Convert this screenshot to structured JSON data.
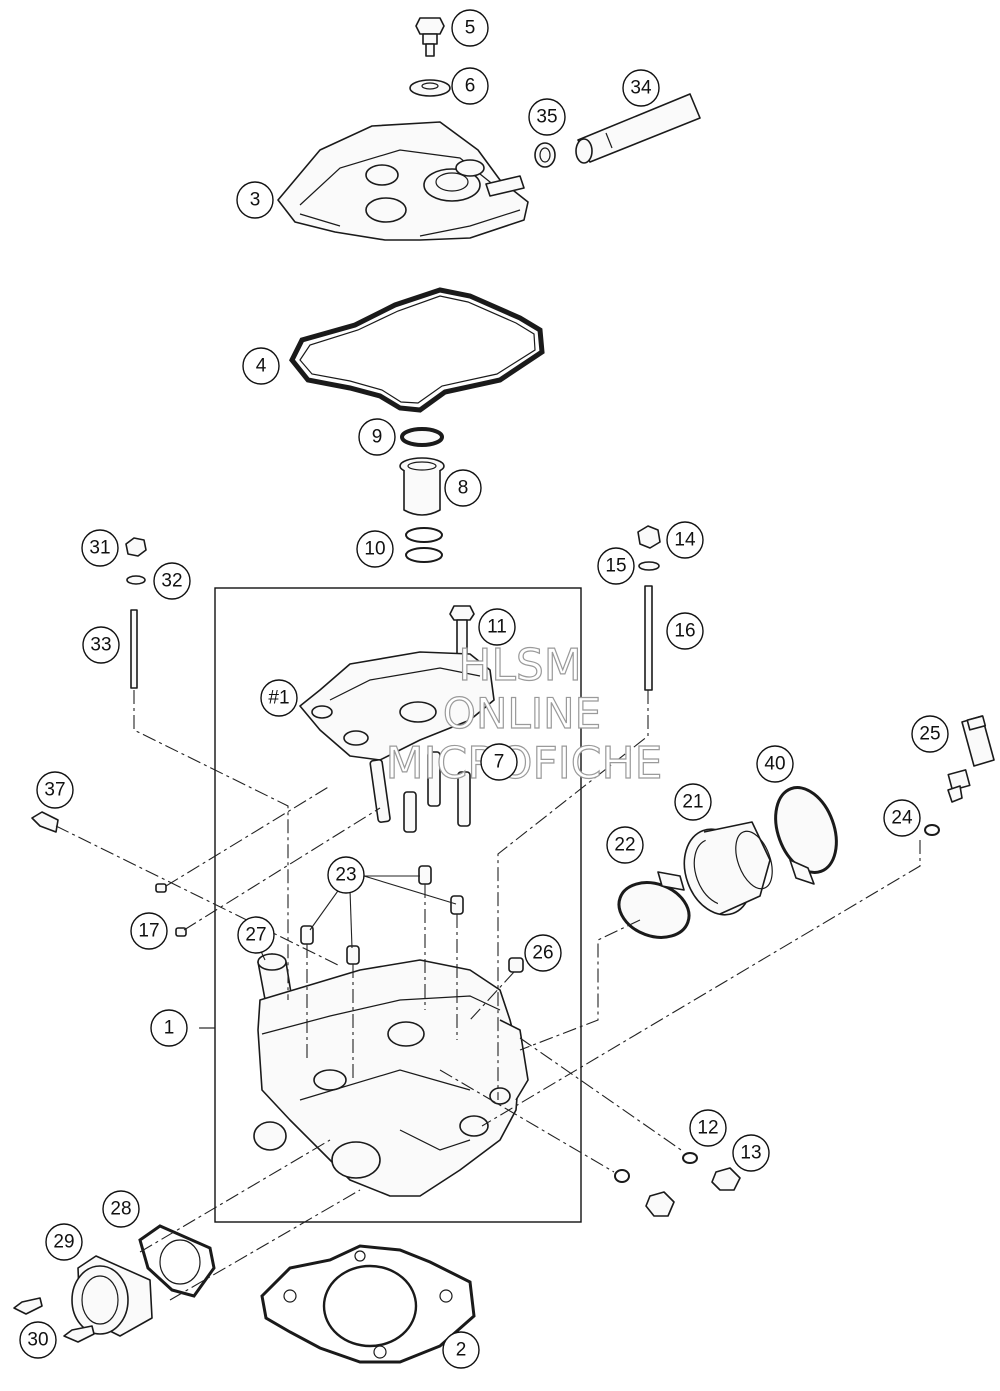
{
  "watermark": {
    "line1": "HLSM",
    "line2": "ONLINE",
    "line3": "MICROFICHE",
    "color": "#9a9a9a"
  },
  "callouts": [
    {
      "label": "5"
    },
    {
      "label": "6"
    },
    {
      "label": "34"
    },
    {
      "label": "35"
    },
    {
      "label": "3"
    },
    {
      "label": "4"
    },
    {
      "label": "9"
    },
    {
      "label": "8"
    },
    {
      "label": "10"
    },
    {
      "label": "31"
    },
    {
      "label": "32"
    },
    {
      "label": "33"
    },
    {
      "label": "14"
    },
    {
      "label": "15"
    },
    {
      "label": "16"
    },
    {
      "label": "11"
    },
    {
      "label": "#1"
    },
    {
      "label": "7"
    },
    {
      "label": "37"
    },
    {
      "label": "25"
    },
    {
      "label": "40"
    },
    {
      "label": "21"
    },
    {
      "label": "24"
    },
    {
      "label": "22"
    },
    {
      "label": "23"
    },
    {
      "label": "17"
    },
    {
      "label": "27"
    },
    {
      "label": "26"
    },
    {
      "label": "1"
    },
    {
      "label": "12"
    },
    {
      "label": "13"
    },
    {
      "label": "28"
    },
    {
      "label": "29"
    },
    {
      "label": "30"
    },
    {
      "label": "2"
    }
  ],
  "line_color": "#1a1a1a"
}
